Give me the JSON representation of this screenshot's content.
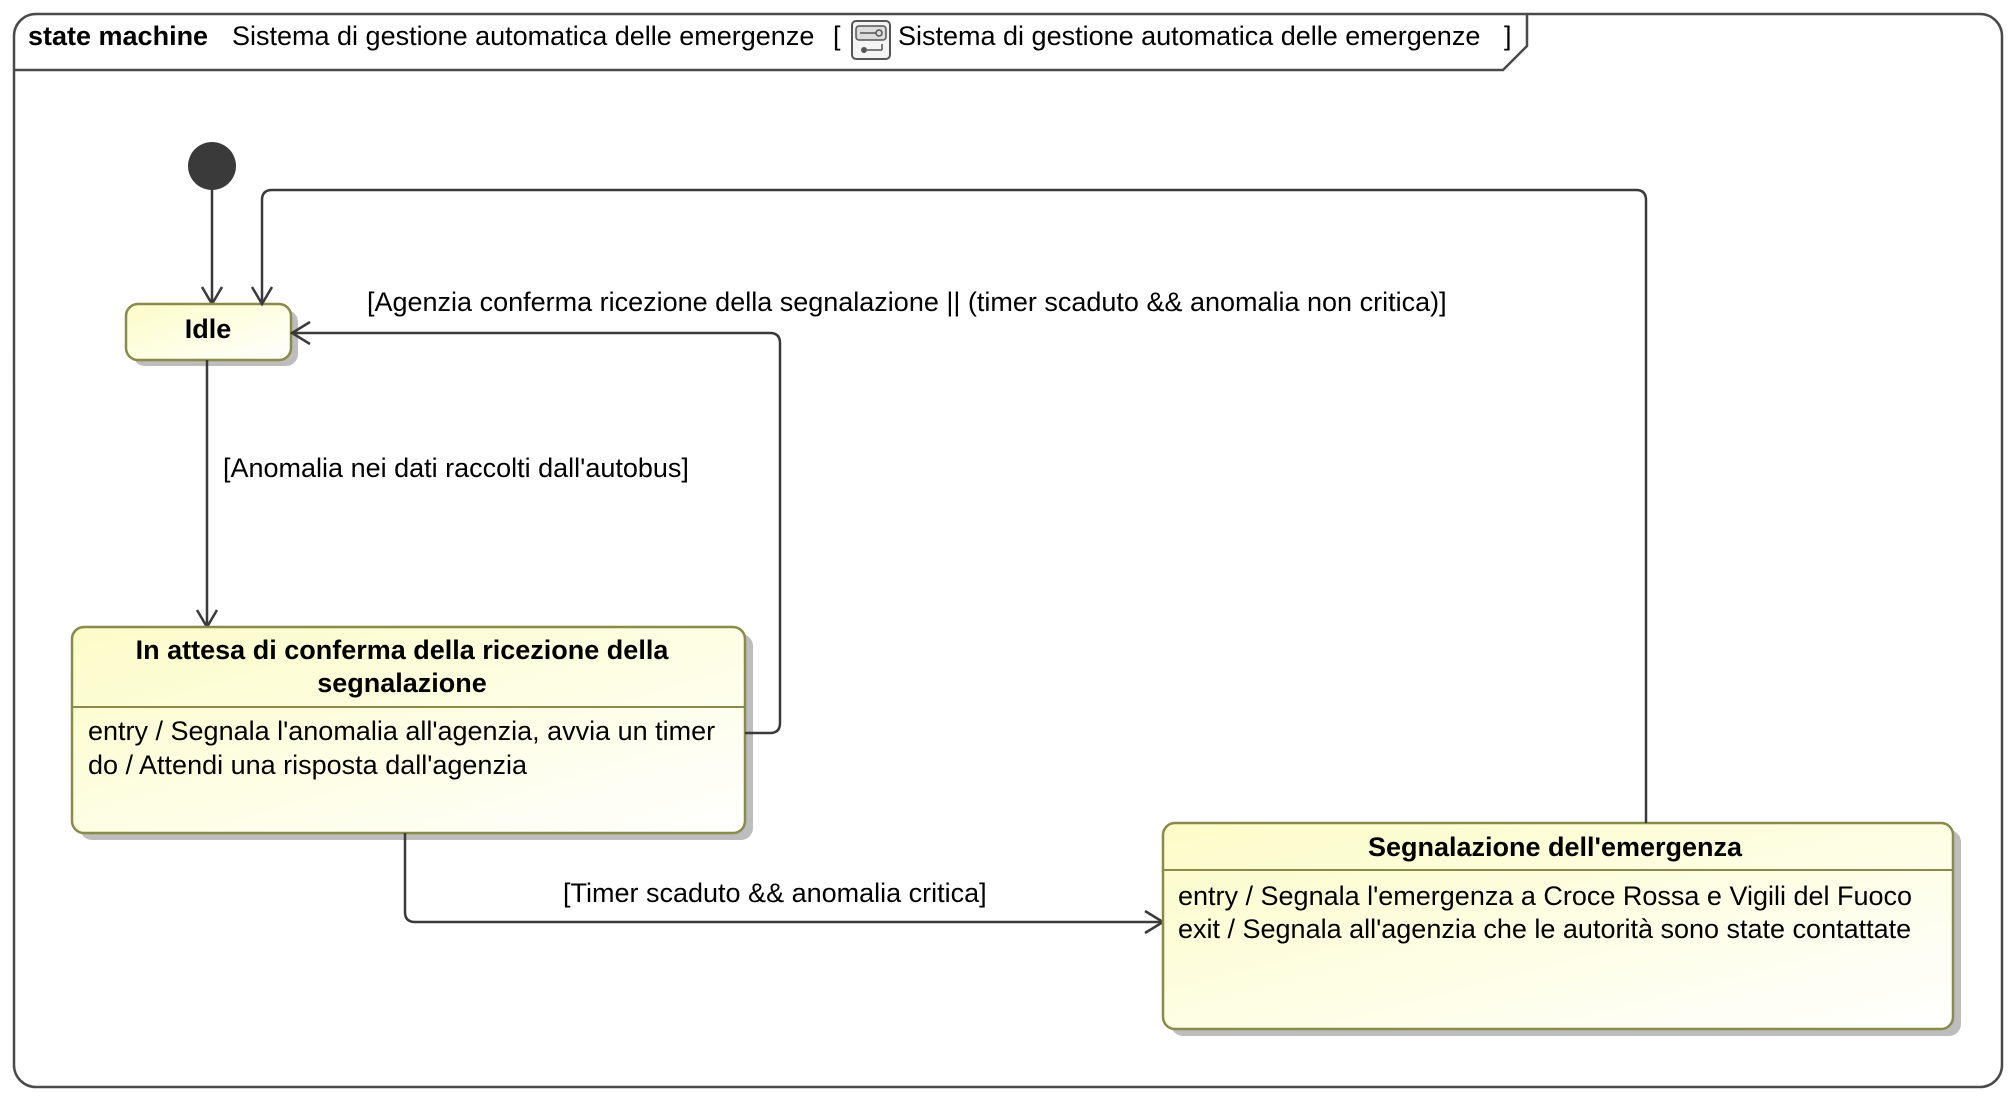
{
  "frame": {
    "keyword": "state machine",
    "name": "Sistema di gestione automatica delle emergenze",
    "open_bracket": "[",
    "context": "Sistema di gestione automatica delle emergenze",
    "close_bracket": "]",
    "icon": "state-machine-icon"
  },
  "states": {
    "idle": {
      "name": "Idle"
    },
    "waiting": {
      "name_line1": "In attesa di conferma della ricezione della",
      "name_line2": "segnalazione",
      "entry": "entry / Segnala l'anomalia all'agenzia, avvia un timer",
      "do": "do / Attendi una risposta dall'agenzia"
    },
    "emergency": {
      "name": "Segnalazione dell'emergenza",
      "entry": "entry / Segnala l'emergenza a Croce Rossa e Vigili del Fuoco",
      "exit": "exit / Segnala all'agenzia che le autorità sono state contattate"
    }
  },
  "transitions": {
    "idle_to_waiting": "[Anomalia nei dati raccolti dall'autobus]",
    "waiting_to_idle": "[Agenzia conferma ricezione della segnalazione || (timer scaduto && anomalia non critica)]",
    "waiting_to_emergency": "[Timer scaduto && anomalia critica]"
  },
  "colors": {
    "state_fill_start": "#fefed4",
    "state_fill_end": "#ffffff",
    "state_border": "#8a8a4a",
    "line": "#3a3a3a",
    "initial_node": "#3a3a3a"
  }
}
